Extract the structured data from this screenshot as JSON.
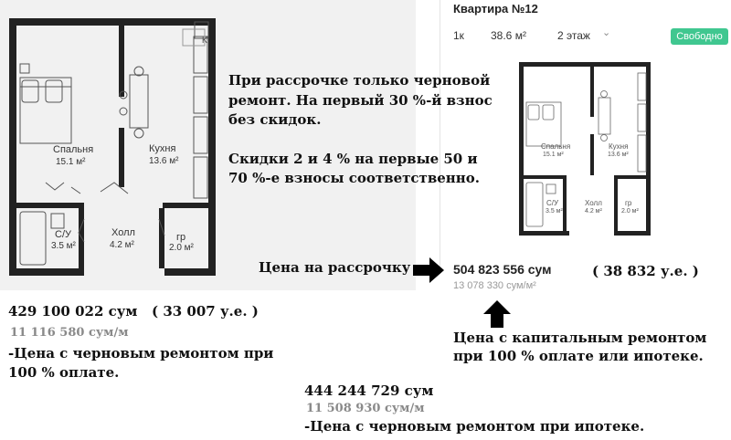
{
  "listing": {
    "title": "Квартира №12",
    "rooms": "1к",
    "area": "38.6 м²",
    "floor": "2 этаж",
    "status": "Свободно",
    "price": "504 823 556 сум",
    "price_per_m2": "13 078 330 сум/м²"
  },
  "plan": {
    "bedroom": "Спальня",
    "bedroom_area": "15.1 м²",
    "kitchen": "Кухня",
    "kitchen_area": "13.6 м²",
    "bath": "С/У",
    "bath_area": "3.5 м²",
    "hall": "Холл",
    "hall_area": "4.2 м²",
    "wardrobe": "гр",
    "wardrobe_area": "2.0 м²",
    "k_mark": "K"
  },
  "note": {
    "installment_text": "При рассрочке только черновой ремонт. На первый 30 %-й взнос без скидок.",
    "discount_text": "Скидки 2 и 4 % на первые 50 и 70 %-е взносы соответственно."
  },
  "labels": {
    "installment_price": "Цена на рассрочку",
    "installment_usd": "( 38 832 у.е. )",
    "capital_price": "Цена с капитальным ремонтом при 100 % оплате или ипотеке."
  },
  "full_payment": {
    "price": "429 100 022 сум",
    "usd": "( 33 007 у.е. )",
    "per_m2": "11 116 580 сум/м",
    "description": "-Цена с черновым ремонтом при 100 % оплате."
  },
  "mortgage": {
    "price": "444 244 729 сум",
    "per_m2": "11 508 930 сум/м",
    "description": "-Цена с черновым ремонтом при ипотеке."
  },
  "colors": {
    "status_green": "#40c790",
    "plan_bg": "#f1f1f1"
  }
}
